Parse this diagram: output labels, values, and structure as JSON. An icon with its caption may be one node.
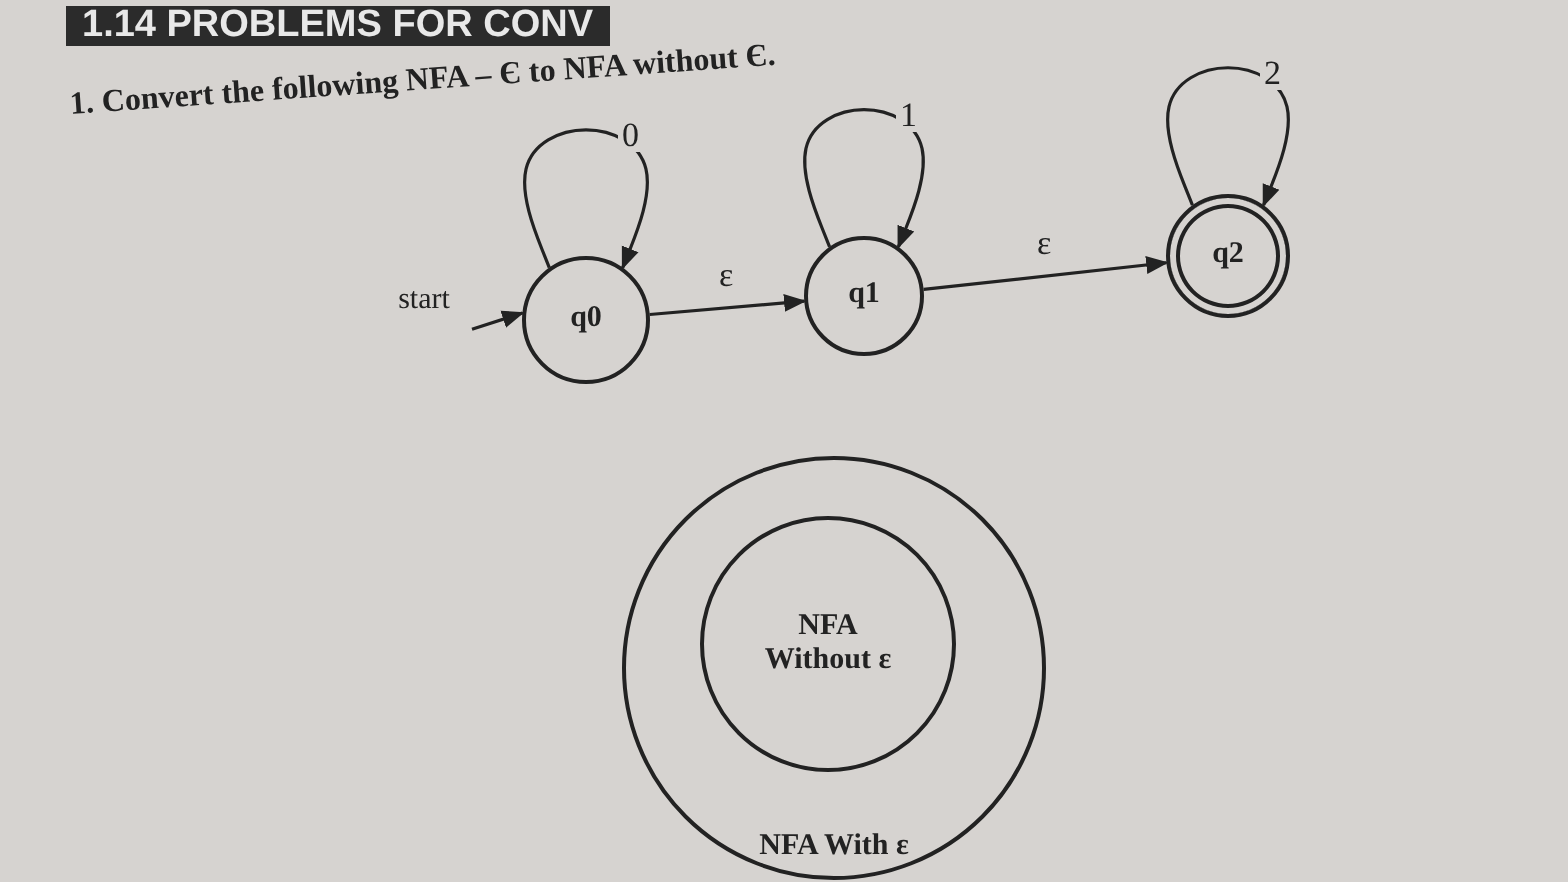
{
  "diagram": {
    "title": "1.14 PROBLEMS FOR CONV",
    "nodes": [
      {
        "text": [
          "start"
        ]
      },
      {
        "text": [
          "q0"
        ]
      },
      {
        "text": [
          "q1"
        ]
      },
      {
        "text": [
          "q2"
        ]
      },
      {
        "text": [
          "NFA With ε"
        ]
      },
      {
        "text": [
          "NFA Without ε"
        ],
        "in": 4
      }
    ],
    "edges": [
      {
        "from": 0,
        "to": 1,
        "arrow": "to"
      },
      {
        "from": 1,
        "to": 1,
        "arrow": "to",
        "label": "0"
      },
      {
        "from": 1,
        "to": 2,
        "arrow": "to",
        "label": "ε"
      },
      {
        "from": 2,
        "to": 2,
        "arrow": "to",
        "label": "1"
      },
      {
        "from": 2,
        "to": 3,
        "arrow": "to",
        "label": "ε"
      },
      {
        "from": 3,
        "to": 3,
        "arrow": "to",
        "label": "2"
      }
    ],
    "labels": [
      "1. Convert the following NFA – Є to NFA without Є."
    ]
  }
}
